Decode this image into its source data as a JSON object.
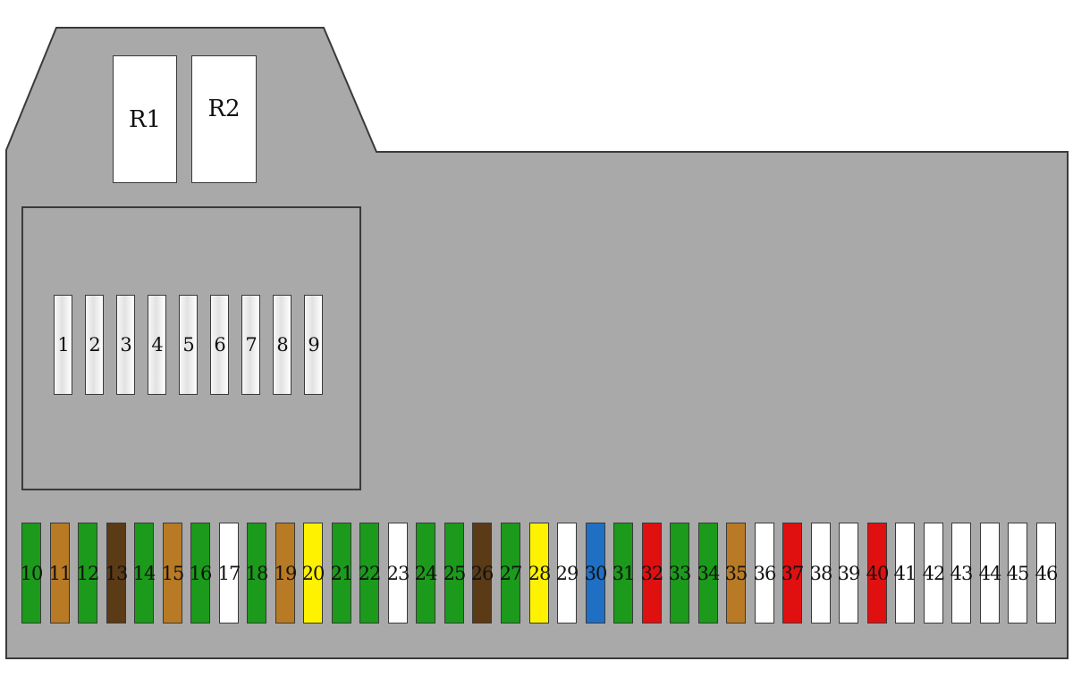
{
  "colors": {
    "housing": "#a9a9a9",
    "outline": "#3a3a3a",
    "white": "#ffffff",
    "green": "#1b9a1b",
    "orange": "#b87a24",
    "brown": "#5b3a16",
    "yellow": "#fff200",
    "blue": "#1f6fc4",
    "red": "#e01010"
  },
  "relays": [
    {
      "label": "R1"
    },
    {
      "label": "R2"
    }
  ],
  "upper_fuses": [
    "1",
    "2",
    "3",
    "4",
    "5",
    "6",
    "7",
    "8",
    "9"
  ],
  "lower_fuses": [
    {
      "label": "10",
      "color": "green"
    },
    {
      "label": "11",
      "color": "orange"
    },
    {
      "label": "12",
      "color": "green"
    },
    {
      "label": "13",
      "color": "brown"
    },
    {
      "label": "14",
      "color": "green"
    },
    {
      "label": "15",
      "color": "orange"
    },
    {
      "label": "16",
      "color": "green"
    },
    {
      "label": "17",
      "color": "white"
    },
    {
      "label": "18",
      "color": "green"
    },
    {
      "label": "19",
      "color": "orange"
    },
    {
      "label": "20",
      "color": "yellow"
    },
    {
      "label": "21",
      "color": "green"
    },
    {
      "label": "22",
      "color": "green"
    },
    {
      "label": "23",
      "color": "white"
    },
    {
      "label": "24",
      "color": "green"
    },
    {
      "label": "25",
      "color": "green"
    },
    {
      "label": "26",
      "color": "brown"
    },
    {
      "label": "27",
      "color": "green"
    },
    {
      "label": "28",
      "color": "yellow"
    },
    {
      "label": "29",
      "color": "white"
    },
    {
      "label": "30",
      "color": "blue"
    },
    {
      "label": "31",
      "color": "green"
    },
    {
      "label": "32",
      "color": "red"
    },
    {
      "label": "33",
      "color": "green"
    },
    {
      "label": "34",
      "color": "green"
    },
    {
      "label": "35",
      "color": "orange"
    },
    {
      "label": "36",
      "color": "white"
    },
    {
      "label": "37",
      "color": "red"
    },
    {
      "label": "38",
      "color": "white"
    },
    {
      "label": "39",
      "color": "white"
    },
    {
      "label": "40",
      "color": "red"
    },
    {
      "label": "41",
      "color": "white"
    },
    {
      "label": "42",
      "color": "white"
    },
    {
      "label": "43",
      "color": "white"
    },
    {
      "label": "44",
      "color": "white"
    },
    {
      "label": "45",
      "color": "white"
    },
    {
      "label": "46",
      "color": "white"
    }
  ]
}
